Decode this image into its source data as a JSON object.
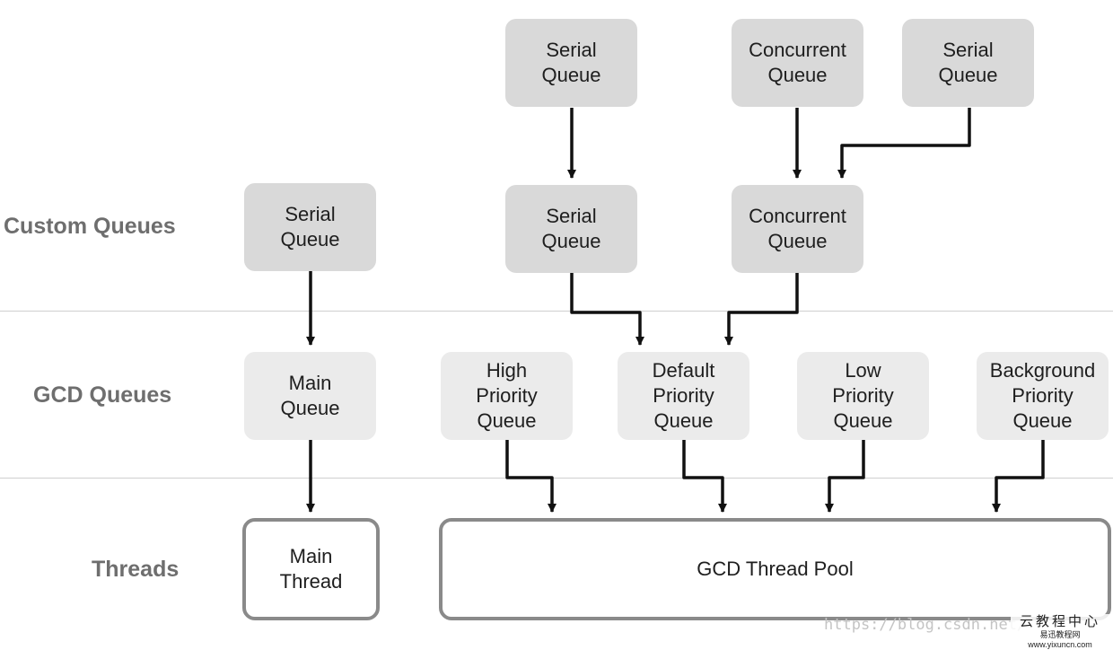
{
  "row_labels": {
    "custom": "Custom Queues",
    "gcd": "GCD Queues",
    "threads": "Threads"
  },
  "custom_queues": [
    {
      "id": "serial-left",
      "text": "Serial\nQueue"
    },
    {
      "id": "serial-top",
      "text": "Serial\nQueue"
    },
    {
      "id": "concurrent-top",
      "text": "Concurrent\nQueue"
    },
    {
      "id": "serial-top-right",
      "text": "Serial\nQueue"
    },
    {
      "id": "serial-mid",
      "text": "Serial\nQueue"
    },
    {
      "id": "concurrent-mid",
      "text": "Concurrent\nQueue"
    }
  ],
  "gcd_queues": [
    {
      "id": "main",
      "text": "Main\nQueue"
    },
    {
      "id": "high",
      "text": "High\nPriority\nQueue"
    },
    {
      "id": "default",
      "text": "Default\nPriority\nQueue"
    },
    {
      "id": "low",
      "text": "Low\nPriority\nQueue"
    },
    {
      "id": "background",
      "text": "Background\nPriority\nQueue"
    }
  ],
  "threads": [
    {
      "id": "main-thread",
      "text": "Main\nThread"
    },
    {
      "id": "pool",
      "text": "GCD Thread Pool"
    }
  ],
  "watermark": {
    "url": "https://blog.csdn.net/",
    "brand": "云教程中心",
    "brand_sub": "易迅教程网 www.yixuncn.com"
  },
  "colors": {
    "custom_fill": "#d9d9d9",
    "gcd_fill": "#ebebeb",
    "thread_border": "#8a8a8a",
    "arrow": "#111111",
    "label": "#6e6e6e"
  }
}
